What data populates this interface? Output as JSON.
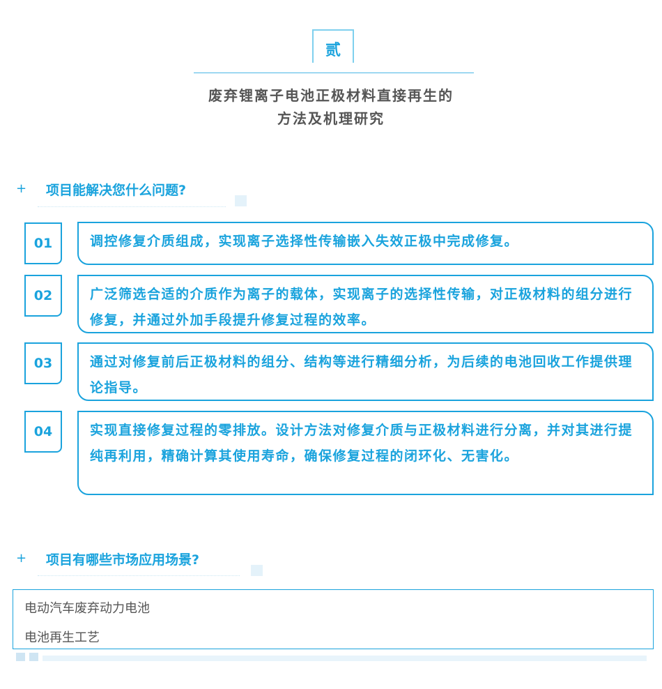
{
  "header": {
    "badge": "贰",
    "title_line1": "废弃锂离子电池正极材料直接再生的",
    "title_line2": "方法及机理研究"
  },
  "section1": {
    "plus": "+",
    "title": "项目能解决您什么问题?",
    "items": [
      {
        "num": "01",
        "text": "调控修复介质组成，实现离子选择性传输嵌入失效正极中完成修复。"
      },
      {
        "num": "02",
        "text": "广泛筛选合适的介质作为离子的载体，实现离子的选择性传输，对正极材料的组分进行修复，并通过外加手段提升修复过程的效率。"
      },
      {
        "num": "03",
        "text": "通过对修复前后正极材料的组分、结构等进行精细分析，为后续的电池回收工作提供理论指导。"
      },
      {
        "num": "04",
        "text": "实现直接修复过程的零排放。设计方法对修复介质与正极材料进行分离，并对其进行提纯再利用，精确计算其使用寿命，确保修复过程的闭环化、无害化。"
      }
    ]
  },
  "section2": {
    "plus": "+",
    "title": "项目有哪些市场应用场景?",
    "lines": [
      "电动汽车废弃动力电池",
      "电池再生工艺"
    ]
  }
}
